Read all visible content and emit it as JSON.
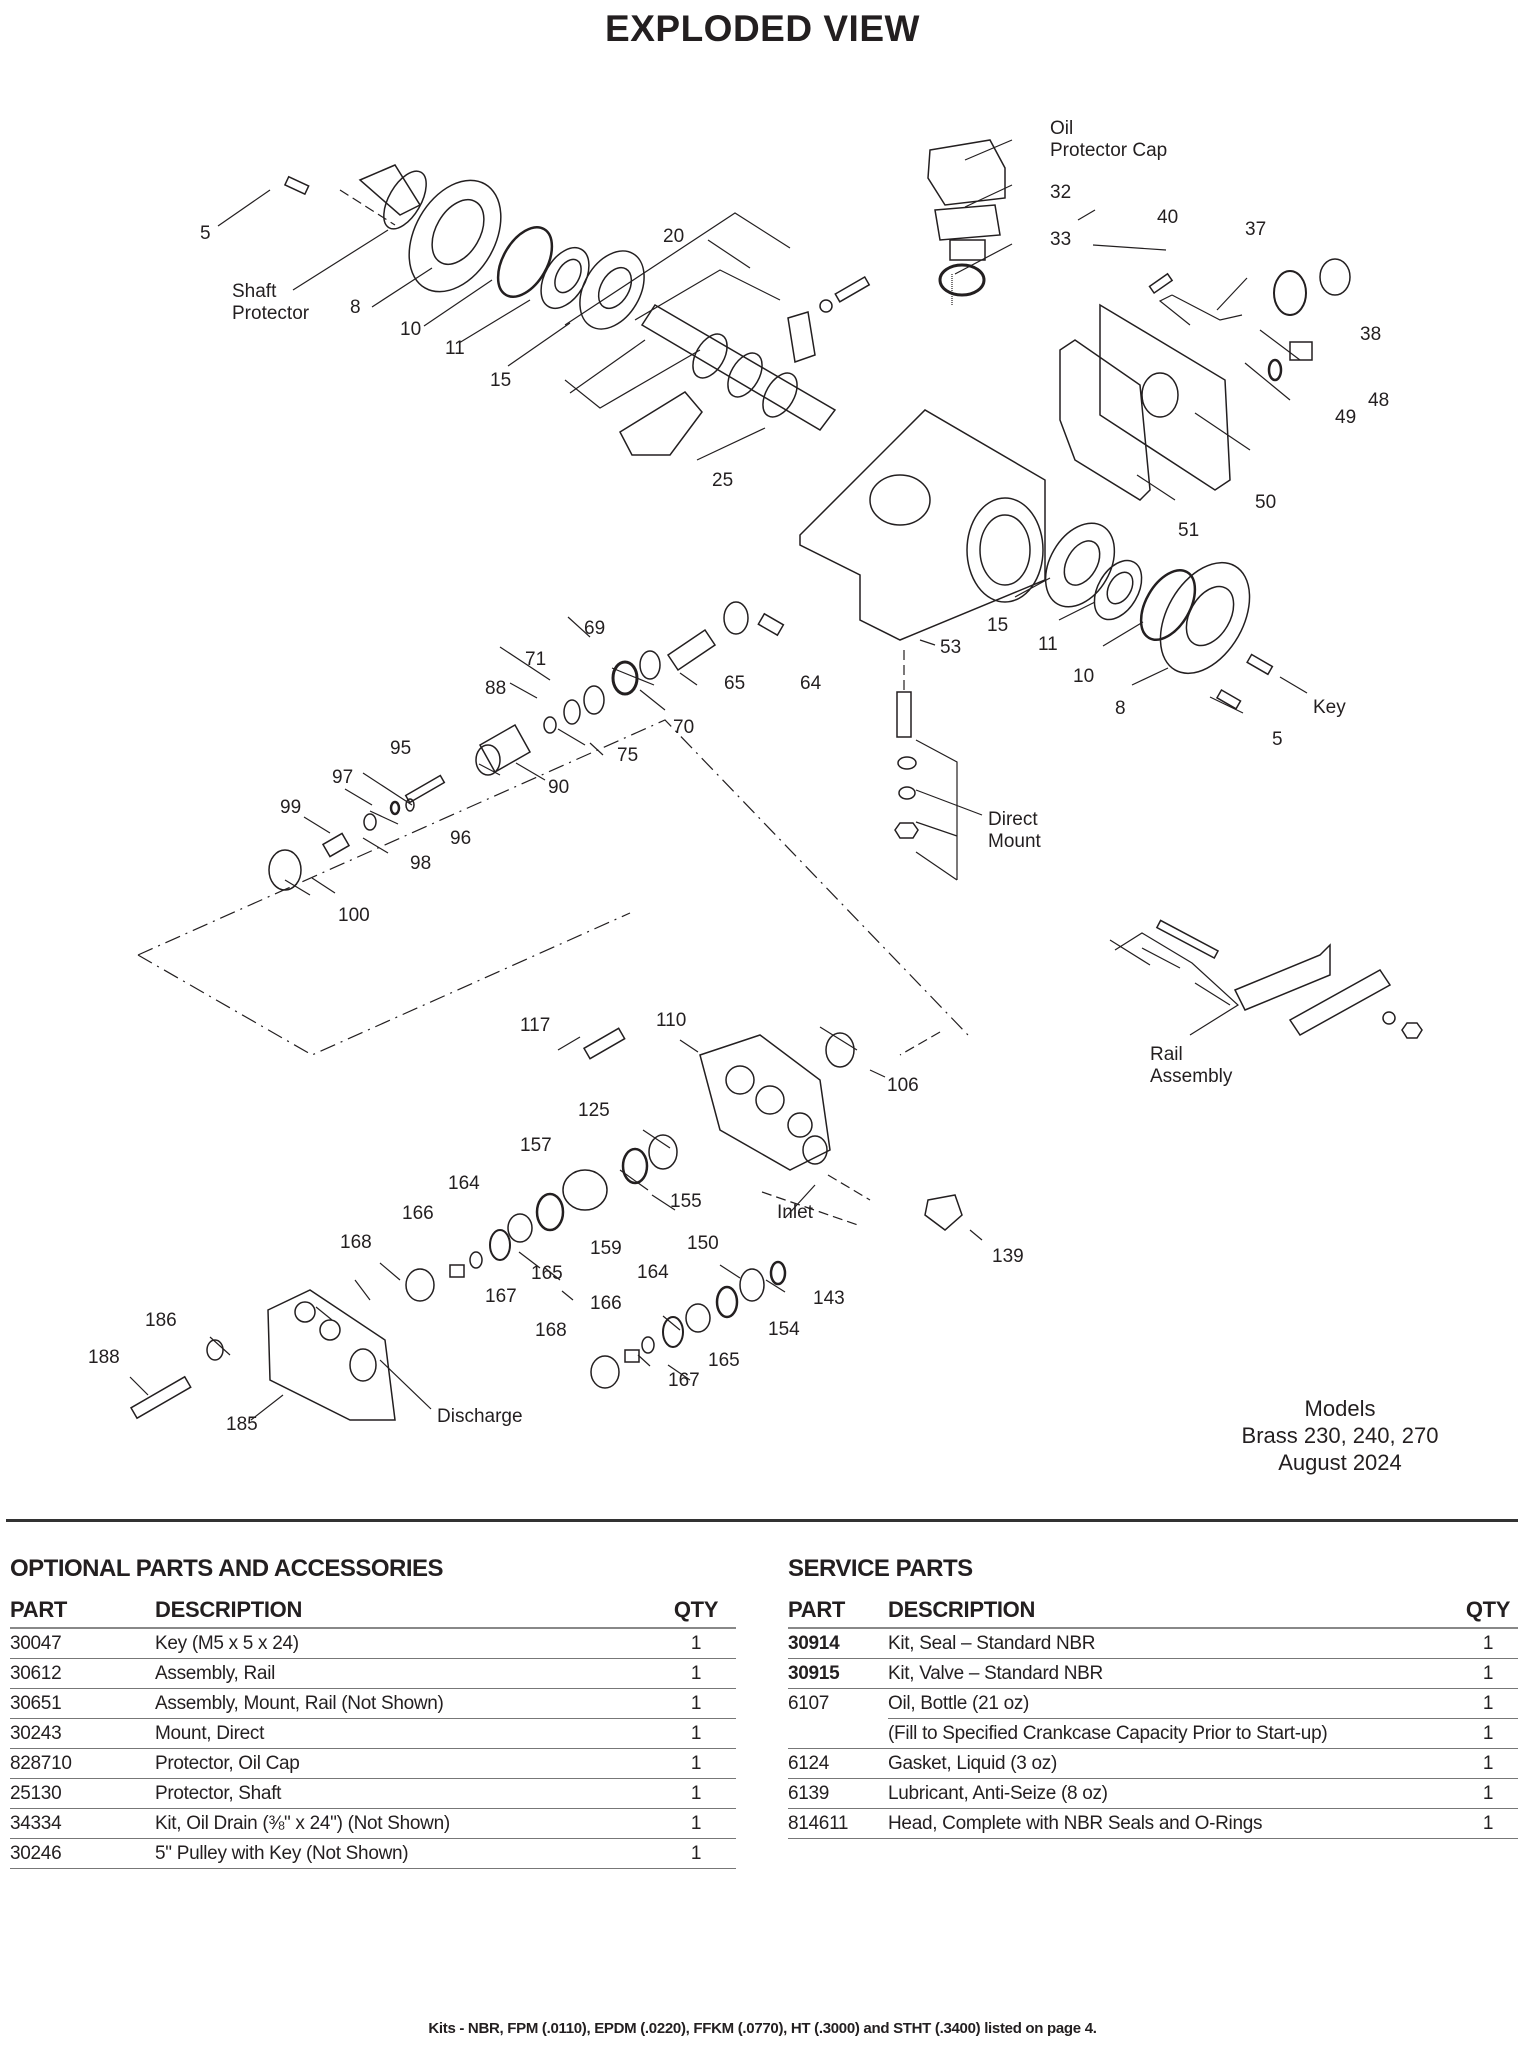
{
  "title": "EXPLODED VIEW",
  "callouts": {
    "oil_protector_cap": "Oil\nProtector Cap",
    "c32": "32",
    "c33": "33",
    "c40": "40",
    "c37": "37",
    "c38": "38",
    "c48": "48",
    "c49": "49",
    "c50": "50",
    "c51": "51",
    "c5a": "5",
    "shaft_protector": "Shaft\nProtector",
    "c8a": "8",
    "c10a": "10",
    "c11a": "11",
    "c15a": "15",
    "c20": "20",
    "c25": "25",
    "c53": "53",
    "c15b": "15",
    "c11b": "11",
    "c10b": "10",
    "c8b": "8",
    "c5b": "5",
    "key": "Key",
    "direct_mount": "Direct\nMount",
    "c69": "69",
    "c71": "71",
    "c88": "88",
    "c65": "65",
    "c64": "64",
    "c70": "70",
    "c75": "75",
    "c95": "95",
    "c97": "97",
    "c99": "99",
    "c96": "96",
    "c98": "98",
    "c90": "90",
    "c100": "100",
    "c117": "117",
    "c110": "110",
    "c106": "106",
    "rail_assembly": "Rail\nAssembly",
    "c125": "125",
    "c157": "157",
    "c155": "155",
    "c164a": "164",
    "c166a": "166",
    "c168a": "168",
    "c159": "159",
    "c165a": "165",
    "c167a": "167",
    "inlet": "Inlet",
    "c139": "139",
    "c150": "150",
    "c164b": "164",
    "c143": "143",
    "c166b": "166",
    "c154": "154",
    "c168b": "168",
    "c165b": "165",
    "c167b": "167",
    "c186": "186",
    "c188": "188",
    "c185": "185",
    "discharge": "Discharge"
  },
  "models": {
    "line1": "Models",
    "line2": "Brass 230, 240, 270",
    "line3": "August 2024"
  },
  "optional_parts": {
    "heading": "OPTIONAL PARTS AND ACCESSORIES",
    "columns": [
      "PART",
      "DESCRIPTION",
      "QTY"
    ],
    "rows": [
      {
        "part": "30047",
        "description": "Key (M5 x 5 x 24)",
        "qty": "1"
      },
      {
        "part": "30612",
        "description": "Assembly, Rail",
        "qty": "1"
      },
      {
        "part": "30651",
        "description": "Assembly, Mount, Rail (Not Shown)",
        "qty": "1"
      },
      {
        "part": "30243",
        "description": "Mount, Direct",
        "qty": "1"
      },
      {
        "part": "828710",
        "description": "Protector, Oil Cap",
        "qty": "1"
      },
      {
        "part": "25130",
        "description": "Protector, Shaft",
        "qty": "1"
      },
      {
        "part": "34334",
        "description": "Kit, Oil Drain (⅜\" x 24\") (Not Shown)",
        "qty": "1"
      },
      {
        "part": "30246",
        "description": "5\" Pulley with Key (Not Shown)",
        "qty": "1"
      }
    ]
  },
  "service_parts": {
    "heading": "SERVICE PARTS",
    "columns": [
      "PART",
      "DESCRIPTION",
      "QTY"
    ],
    "rows": [
      {
        "part": "30914",
        "description": "Kit, Seal – Standard NBR",
        "qty": "1"
      },
      {
        "part": "30915",
        "description": "Kit, Valve – Standard NBR",
        "qty": "1"
      },
      {
        "part": "6107",
        "description": "Oil, Bottle (21 oz)",
        "qty": "1"
      },
      {
        "part": "",
        "description": "(Fill to Specified Crankcase Capacity Prior to Start-up)",
        "qty": "1"
      },
      {
        "part": "6124",
        "description": "Gasket, Liquid (3 oz)",
        "qty": "1"
      },
      {
        "part": "6139",
        "description": "Lubricant, Anti-Seize (8 oz)",
        "qty": "1"
      },
      {
        "part": "814611",
        "description": "Head, Complete with NBR Seals and O-Rings",
        "qty": "1"
      }
    ]
  },
  "footnote": "Kits - NBR, FPM (.0110), EPDM (.0220), FFKM (.0770), HT (.3000) and STHT (.3400) listed on page 4."
}
